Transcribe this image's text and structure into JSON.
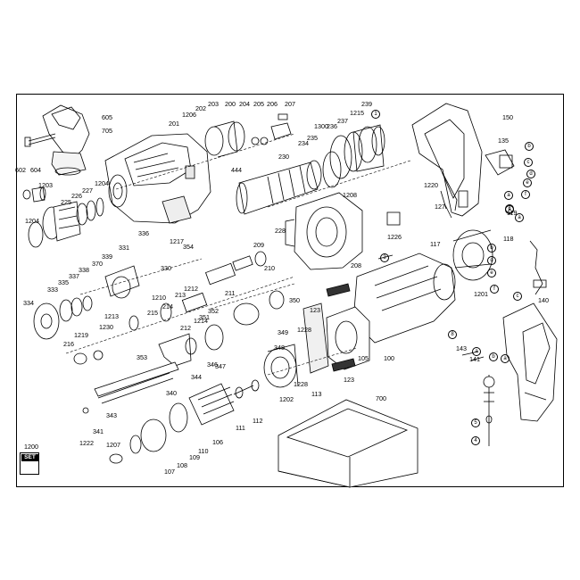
{
  "diagram": {
    "set_badge": "SET",
    "callouts": [
      "605",
      "705",
      "602",
      "604",
      "1203",
      "227",
      "226",
      "225",
      "1204",
      "1204",
      "203",
      "202",
      "1206",
      "201",
      "200",
      "204",
      "205",
      "206",
      "207",
      "239",
      "1300",
      "237",
      "236",
      "1215",
      "1",
      "234",
      "235",
      "230",
      "444",
      "150",
      "135",
      "1220",
      "127",
      "1208",
      "1226",
      "1217",
      "354",
      "228",
      "209",
      "336",
      "331",
      "330",
      "339",
      "370",
      "338",
      "337",
      "335",
      "333",
      "334",
      "1212",
      "1210",
      "213",
      "214",
      "215",
      "1213",
      "1230",
      "1219",
      "216",
      "210",
      "211",
      "352",
      "351",
      "1214",
      "212",
      "3",
      "208",
      "117",
      "119",
      "118",
      "1201",
      "140",
      "350",
      "349",
      "348",
      "353",
      "344",
      "346",
      "347",
      "340",
      "343",
      "341",
      "1222",
      "1228",
      "1228",
      "123",
      "123",
      "105",
      "100",
      "8",
      "113",
      "1202",
      "112",
      "111",
      "106",
      "110",
      "109",
      "108",
      "107",
      "1207",
      "1200",
      "700",
      "143",
      "141",
      "5",
      "4",
      "b",
      "c",
      "d",
      "e",
      "f",
      "a",
      "a",
      "b",
      "d",
      "e",
      "f",
      "c",
      "b",
      "a",
      "a",
      "c",
      "a",
      "b",
      "c"
    ]
  }
}
